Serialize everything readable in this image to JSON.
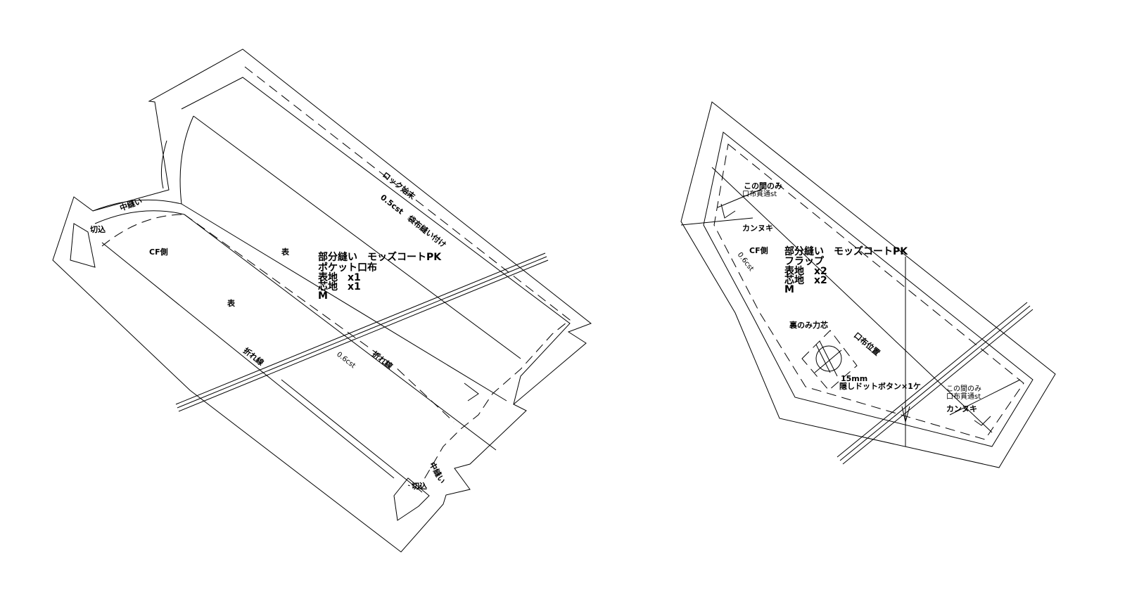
{
  "left_piece": {
    "info_lines": [
      "部分縫い　モッズコートPK",
      "ポケット口布",
      "表地　x1",
      "芯地　x1",
      "M"
    ],
    "labels": {
      "cut_top": "切込",
      "middle_sew_top": "中縫い",
      "cf_side": "CF側",
      "front_inner": "表",
      "front_outer": "表",
      "fold_line_left": "折れ線",
      "fold_line_right": "折れ線",
      "seam_allow": "0.6cst",
      "lock_stitch": "ロック始末",
      "lining_note": "0.5cst　袋布縫い付け",
      "middle_sew_bottom": "中縫い",
      "cut_bottom": "切込"
    }
  },
  "right_piece": {
    "info_lines": [
      "部分縫い　モッズコートPK",
      "フラップ",
      "表地　x2",
      "芯地　x2",
      "M"
    ],
    "labels": {
      "cf_side": "CF側",
      "seam_allow": "0.6cst",
      "only_here_top_1": "この間のみ",
      "only_here_top_2": "口布貫通st",
      "kannuki_top": "カンヌキ",
      "back_only": "裏のみ力芯",
      "placket_position": "口布位置",
      "button_size": "15mm",
      "button_note": "隠しドットボタン×1ケ",
      "only_here_bottom_1": "この間のみ",
      "only_here_bottom_2": "口布貫通st",
      "kannuki_bottom": "カンヌキ"
    }
  }
}
